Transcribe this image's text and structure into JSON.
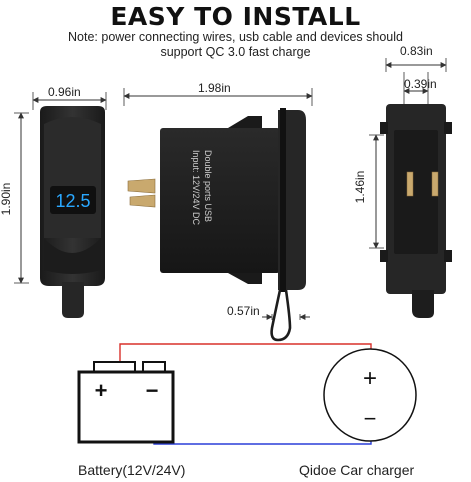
{
  "title": "EASY TO INSTALL",
  "note_line1": "Note: power connecting wires, usb cable and devices should",
  "note_line2": "support QC 3.0 fast charge",
  "dimensions": {
    "front_width": "0.96in",
    "front_height": "1.90in",
    "side_length": "1.98in",
    "side_depth": "0.57in",
    "back_width": "0.83in",
    "back_inner_width": "0.39in",
    "back_height": "1.46in"
  },
  "display_reading": "12.5",
  "product_label": {
    "line1": "Double ports USB",
    "line2": "Input: 12V/24V DC"
  },
  "battery": {
    "label": "Battery(12V/24V)",
    "plus": "+",
    "minus": "−"
  },
  "charger": {
    "label": "Qidoe Car charger",
    "plus": "+",
    "minus": "−"
  },
  "colors": {
    "wire_positive": "#d9302a",
    "wire_negative": "#2a3fd9",
    "display_digits": "#2aa8ff",
    "device_body": "#232323"
  }
}
